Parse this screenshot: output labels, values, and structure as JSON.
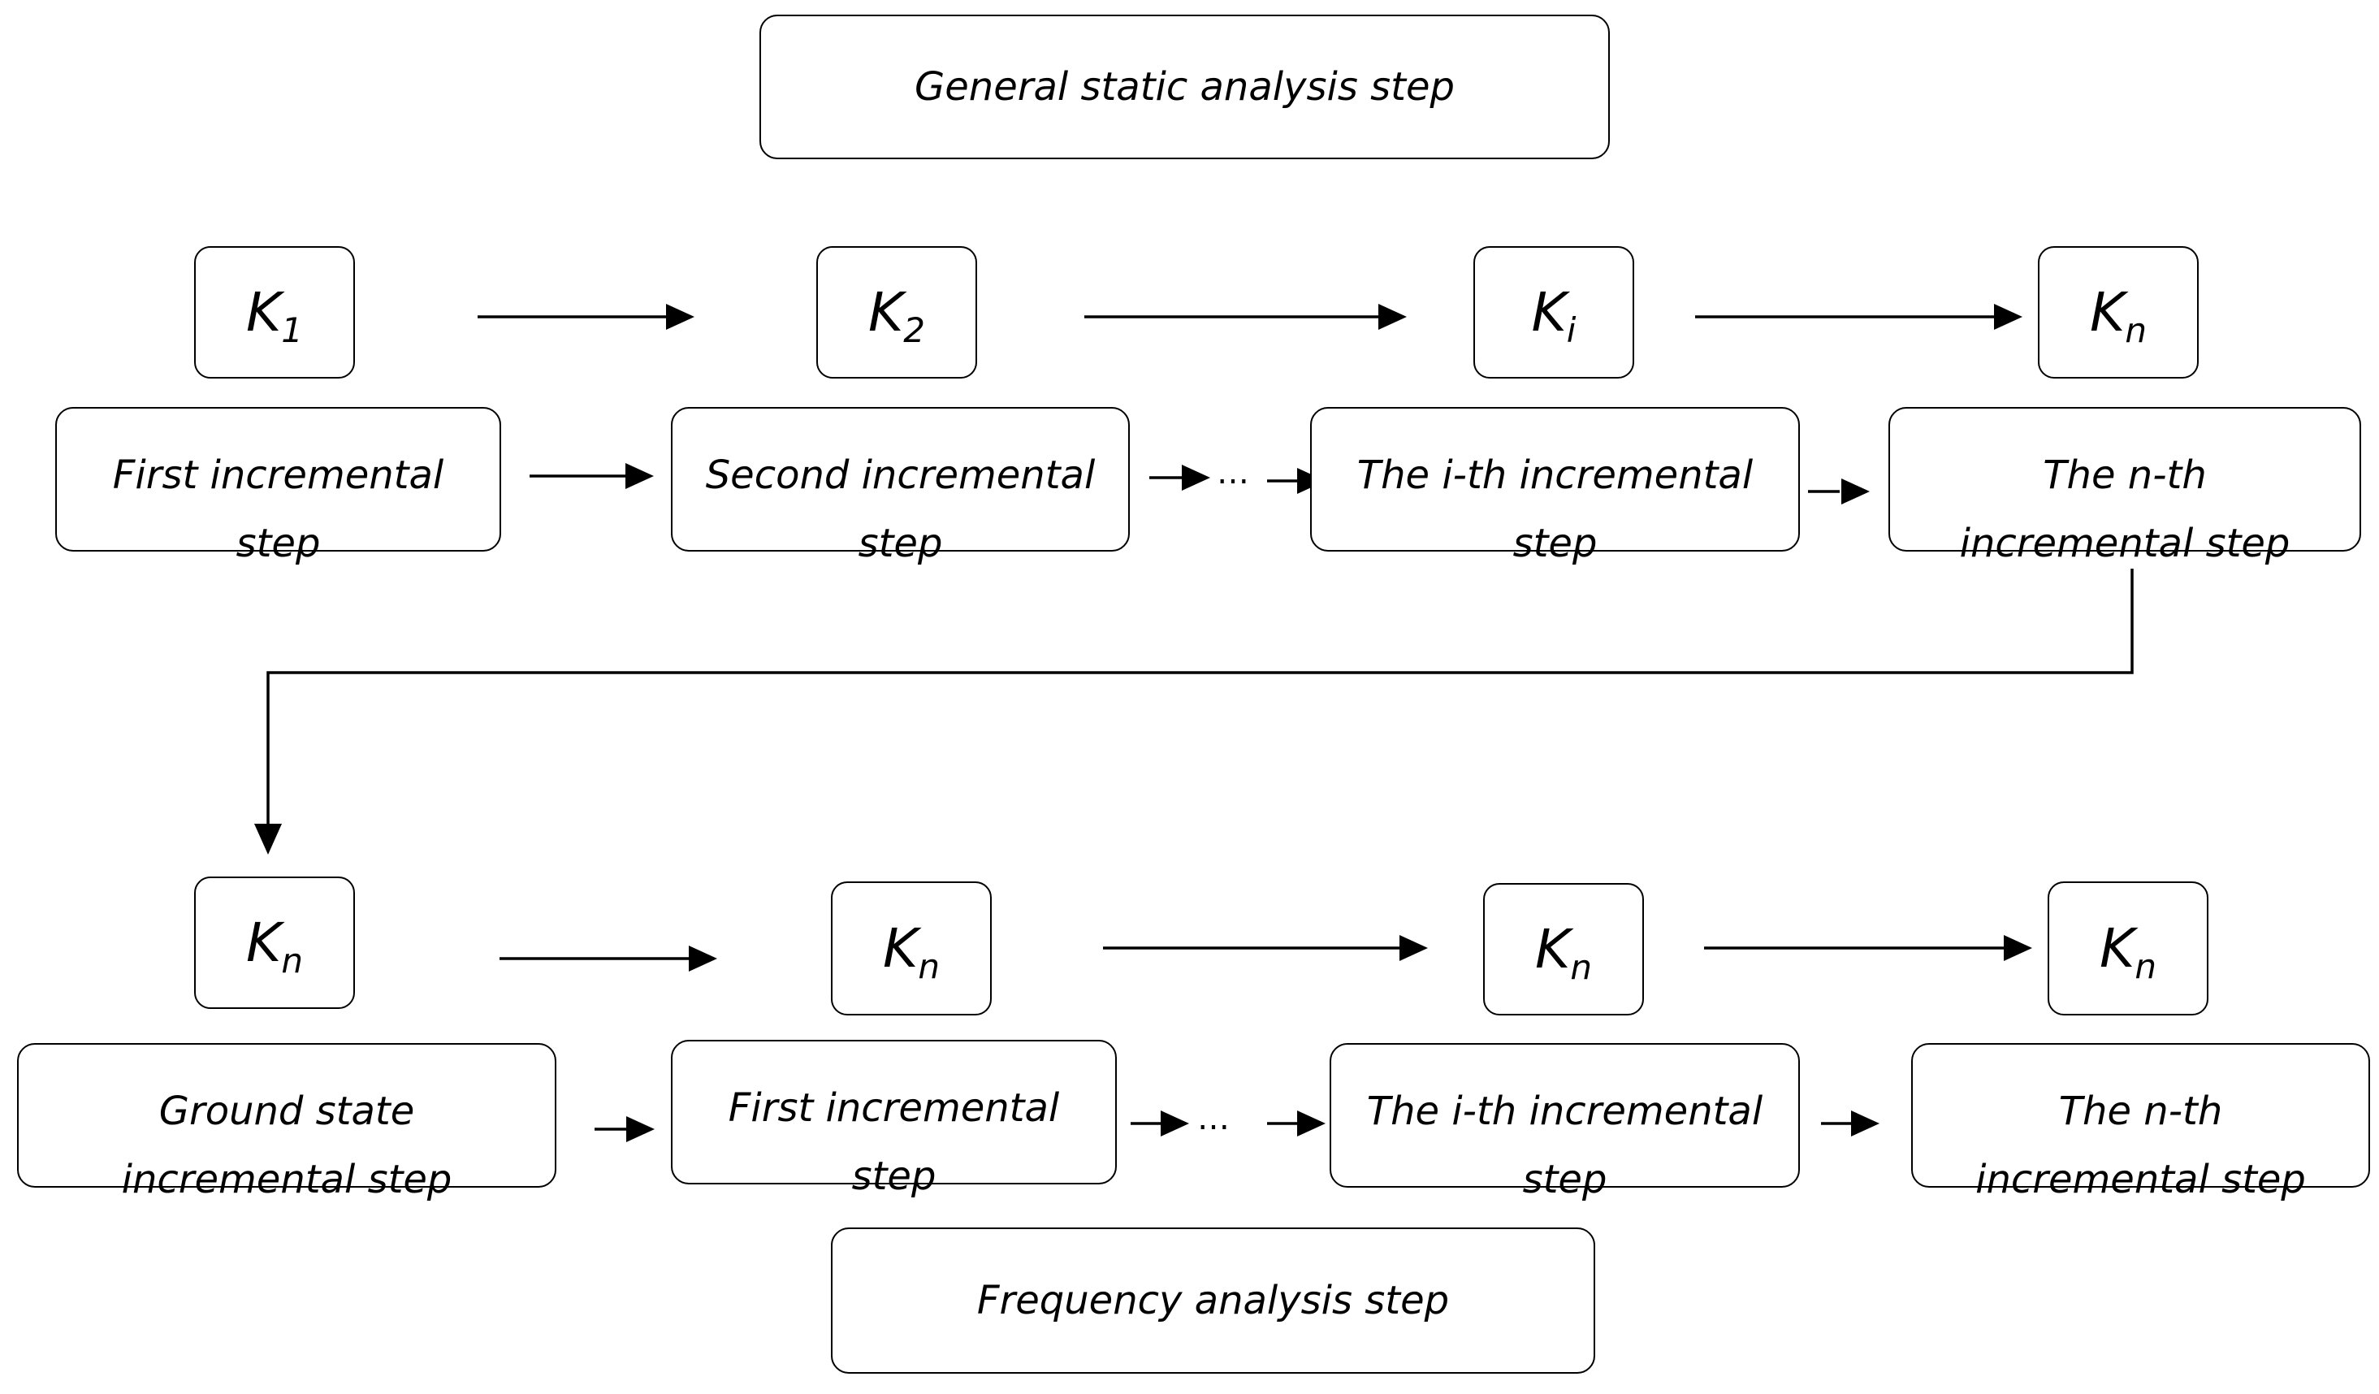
{
  "static_step": {
    "label": "General static analysis step"
  },
  "frequency_step": {
    "label": "Frequency analysis step"
  },
  "row1": {
    "matrices": [
      {
        "base": "K",
        "sub": "1"
      },
      {
        "base": "K",
        "sub": "2"
      },
      {
        "base": "K",
        "sub": "i"
      },
      {
        "base": "K",
        "sub": "n"
      }
    ],
    "steps": [
      {
        "line1": "First incremental",
        "line2": "step"
      },
      {
        "line1": "Second incremental",
        "line2": "step"
      },
      {
        "line1": "The i-th incremental",
        "line2": "step"
      },
      {
        "line1": "The n-th",
        "line2": "incremental step"
      }
    ],
    "ellipsis": "…"
  },
  "row2": {
    "matrices": [
      {
        "base": "K",
        "sub": "n"
      },
      {
        "base": "K",
        "sub": "n"
      },
      {
        "base": "K",
        "sub": "n"
      },
      {
        "base": "K",
        "sub": "n"
      }
    ],
    "steps": [
      {
        "line1": "Ground state",
        "line2": "incremental step"
      },
      {
        "line1": "First incremental",
        "line2": "step"
      },
      {
        "line1": "The i-th incremental",
        "line2": "step"
      },
      {
        "line1": "The n-th",
        "line2": "incremental step"
      }
    ],
    "ellipsis": "…"
  }
}
